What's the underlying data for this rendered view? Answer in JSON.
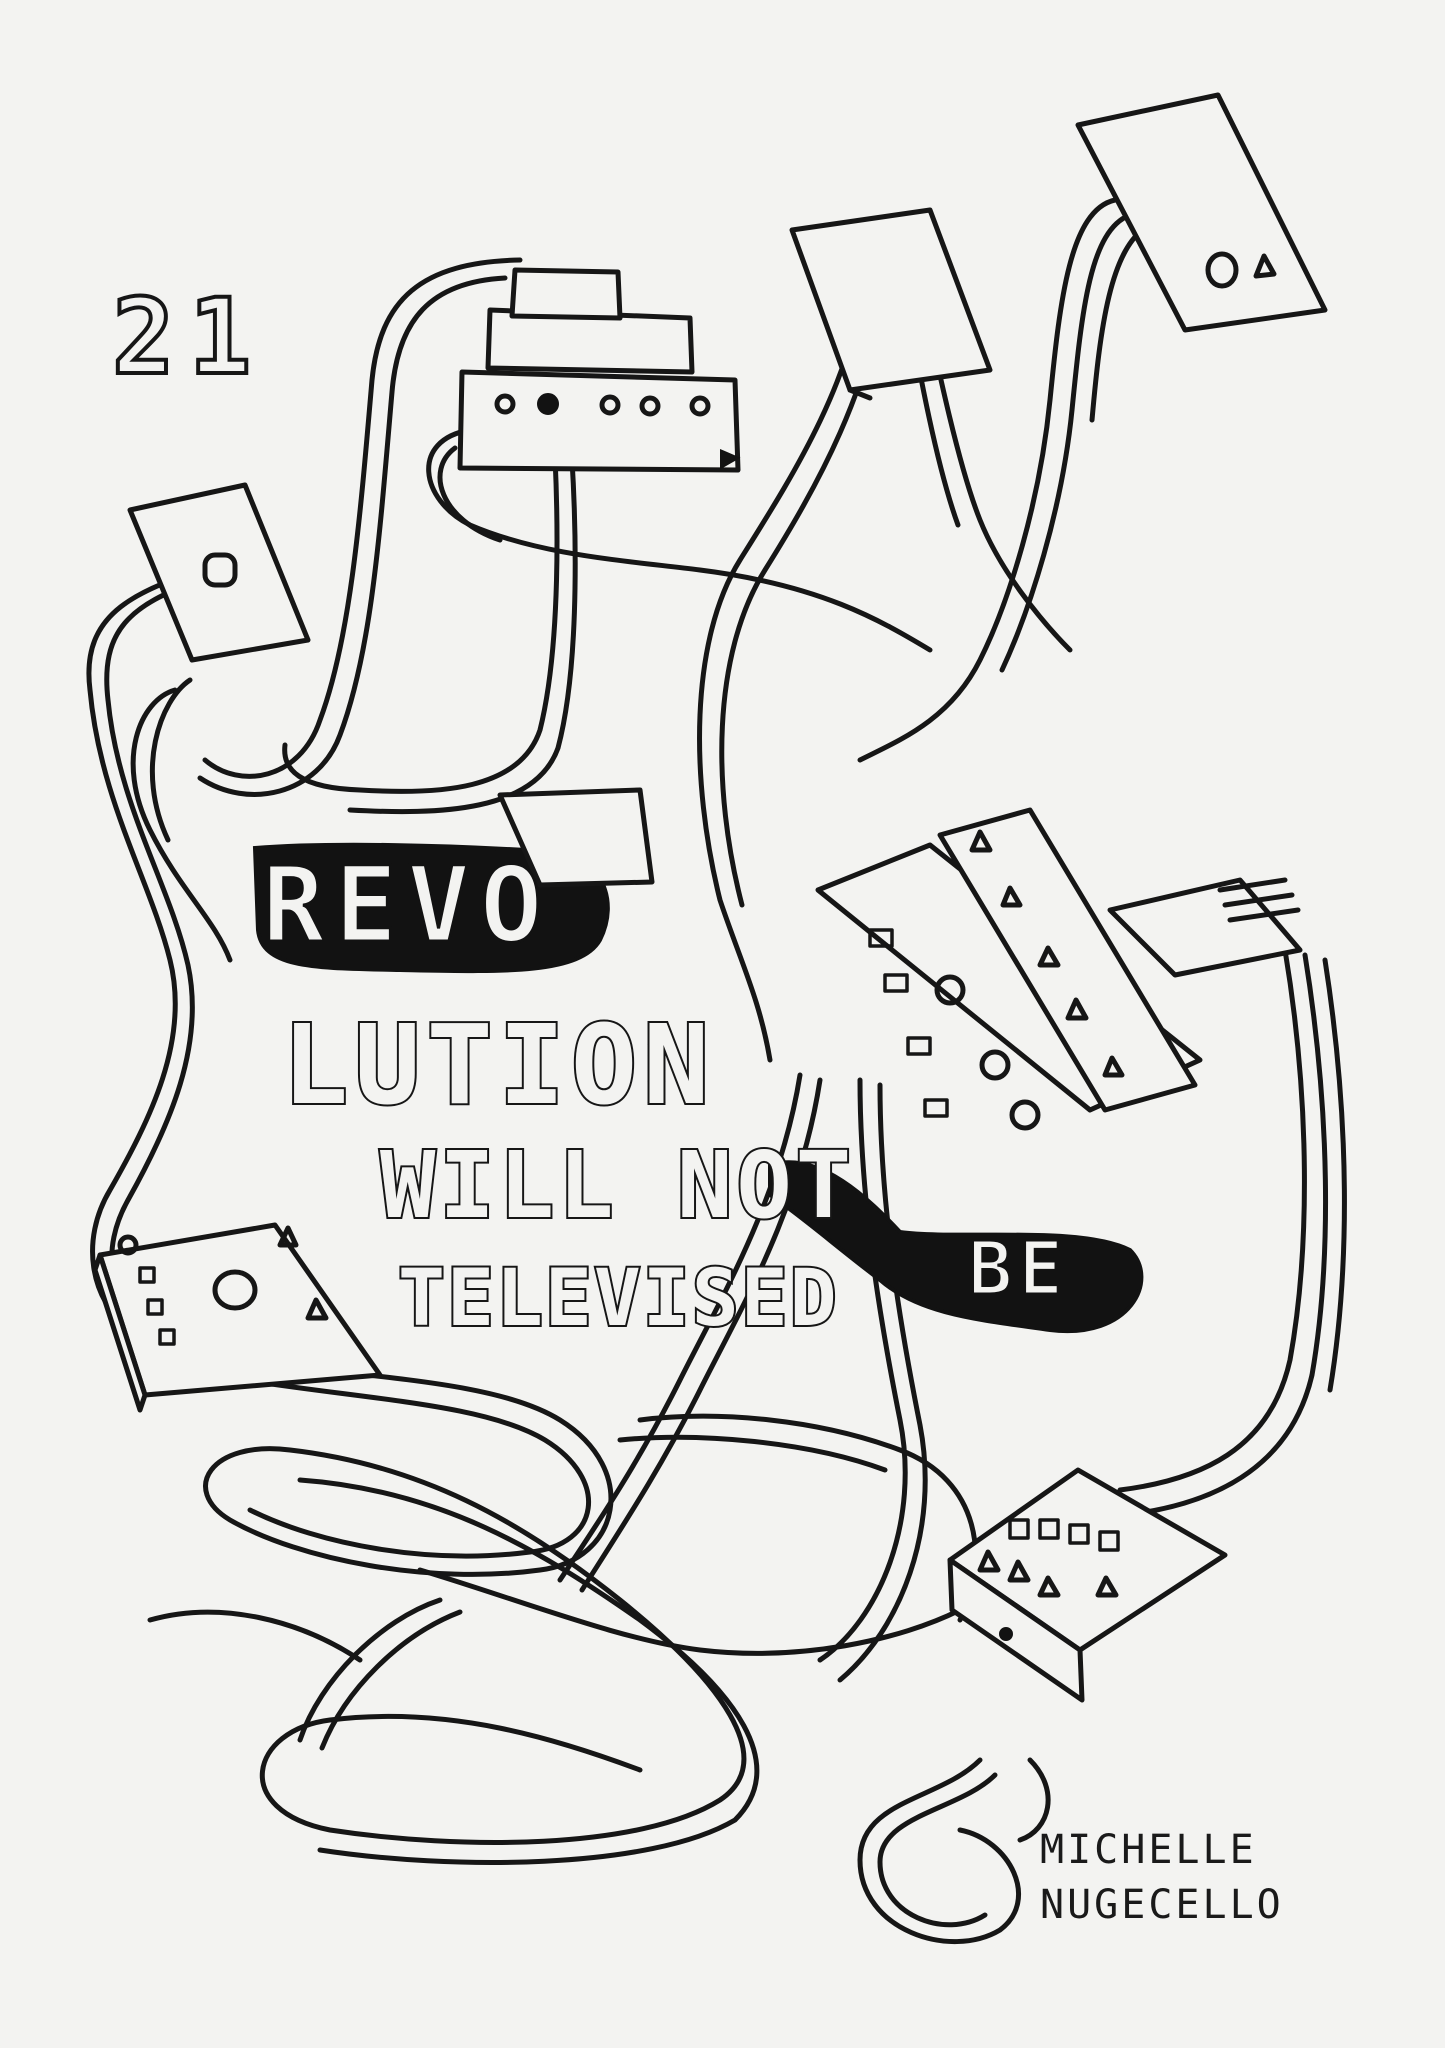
{
  "artwork": {
    "page_number": "21",
    "phrase": {
      "line1": "REVO",
      "line2": "LUTION",
      "line3": "WILL NOT",
      "line4": "TELEVISED",
      "inserted_word": "BE"
    },
    "signature": {
      "line1": "MICHELLE",
      "line2": "NUGECELLO"
    }
  }
}
